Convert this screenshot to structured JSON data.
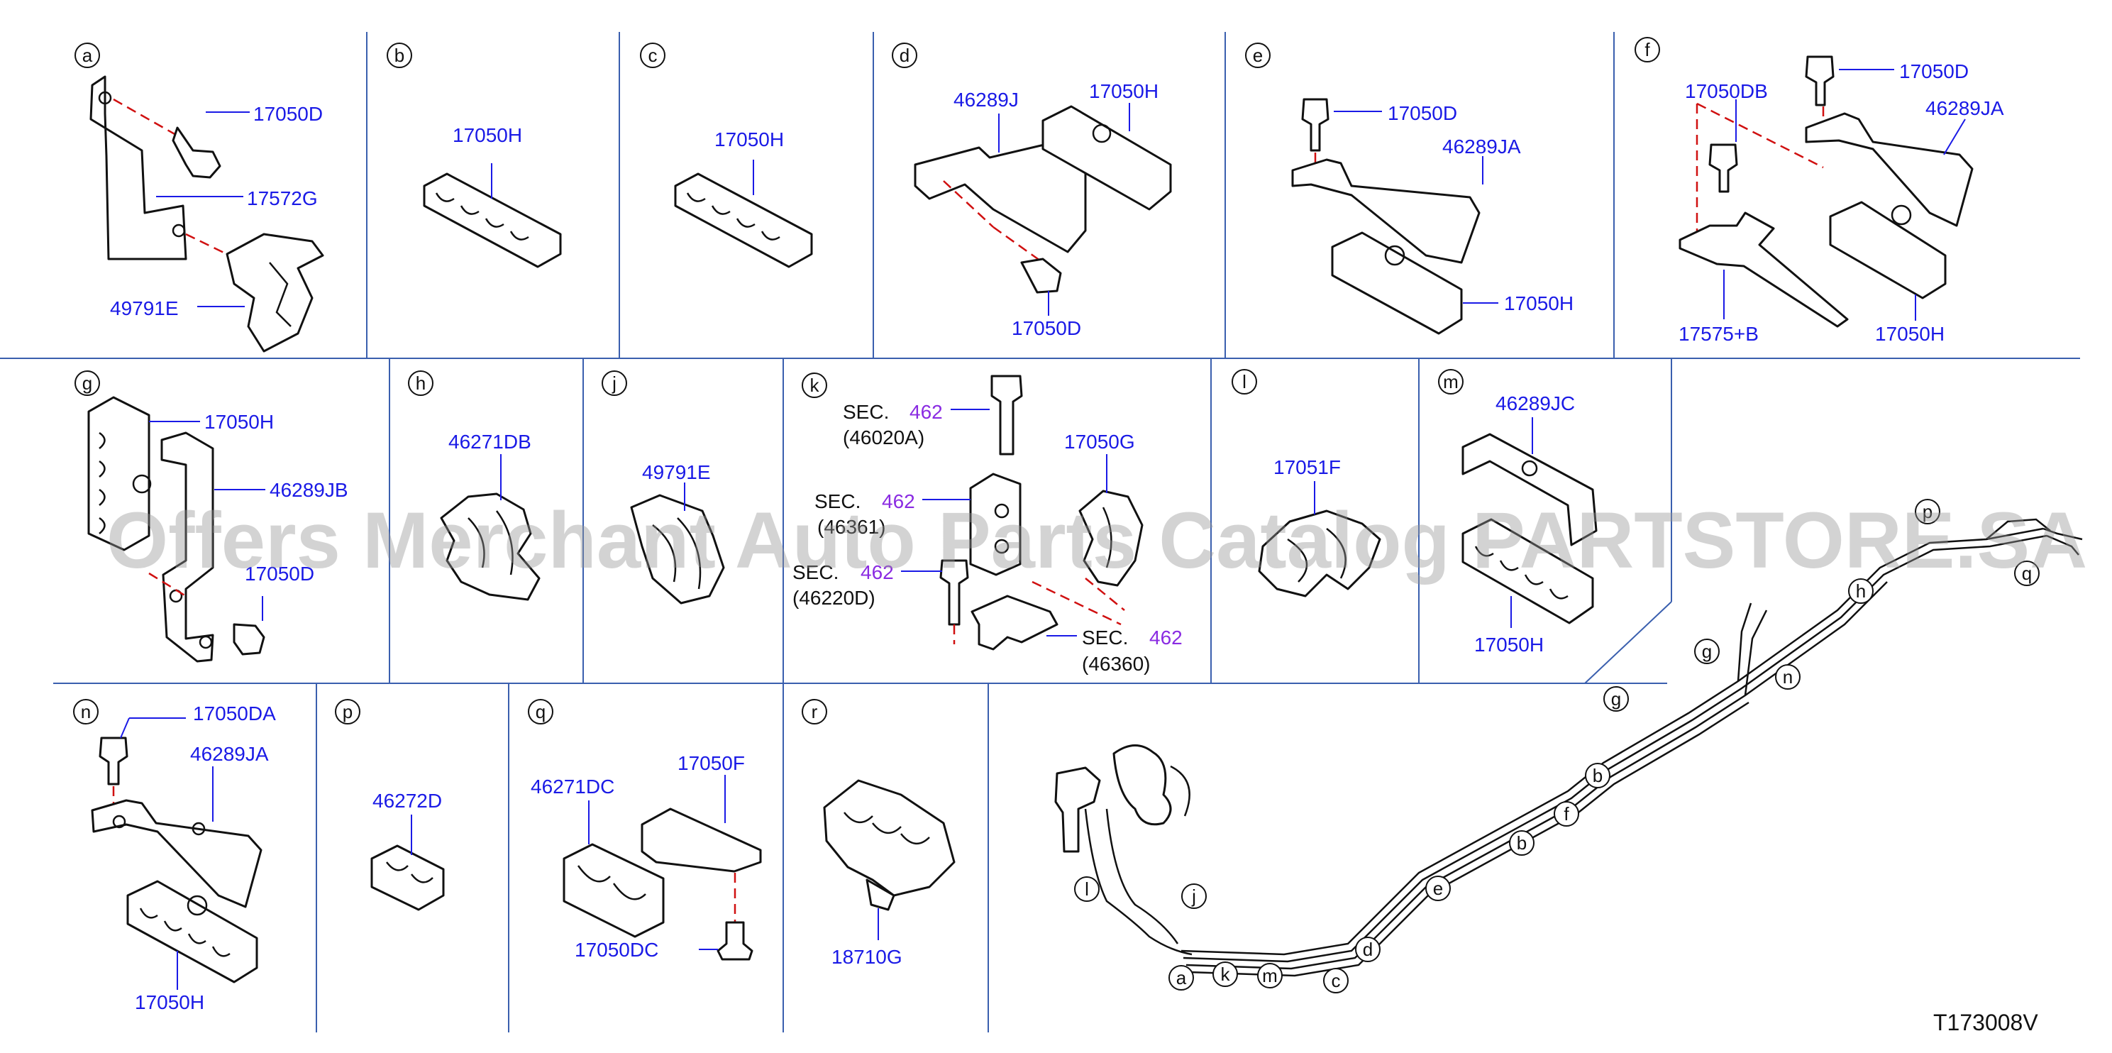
{
  "diagram_code": "T173008V",
  "watermark": "Offers Merchant Auto Parts Catalog PARTSTORE.SA",
  "colors": {
    "part_number": "#1a1ae6",
    "section_number": "#8a2be2",
    "grid_lines": "#3a5fae",
    "dash_lines": "#d01010"
  },
  "panels": {
    "a": {
      "letter": "a",
      "parts": [
        "17050D",
        "17572G",
        "49791E"
      ]
    },
    "b": {
      "letter": "b",
      "parts": [
        "17050H"
      ]
    },
    "c": {
      "letter": "c",
      "parts": [
        "17050H"
      ]
    },
    "d": {
      "letter": "d",
      "parts": [
        "46289J",
        "17050H",
        "17050D"
      ]
    },
    "e": {
      "letter": "e",
      "parts": [
        "17050D",
        "46289JA",
        "17050H"
      ]
    },
    "f": {
      "letter": "f",
      "parts": [
        "17050D",
        "17050DB",
        "46289JA",
        "17575+B",
        "17050H"
      ]
    },
    "g": {
      "letter": "g",
      "parts": [
        "17050H",
        "46289JB",
        "17050D"
      ]
    },
    "h": {
      "letter": "h",
      "parts": [
        "46271DB"
      ]
    },
    "j": {
      "letter": "j",
      "parts": [
        "49791E"
      ]
    },
    "k": {
      "letter": "k",
      "parts": [
        "17050G"
      ],
      "sec_label": "SEC.",
      "sec_number": "462",
      "refs": [
        "(46020A)",
        "(46361)",
        "(46220D)",
        "(46360)"
      ]
    },
    "l": {
      "letter": "l",
      "parts": [
        "17051F"
      ]
    },
    "m": {
      "letter": "m",
      "parts": [
        "46289JC",
        "17050H"
      ]
    },
    "n": {
      "letter": "n",
      "parts": [
        "17050DA",
        "46289JA",
        "17050H"
      ]
    },
    "p": {
      "letter": "p",
      "parts": [
        "46272D"
      ]
    },
    "q": {
      "letter": "q",
      "parts": [
        "46271DC",
        "17050F",
        "17050DC"
      ]
    },
    "r": {
      "letter": "r",
      "parts": [
        "18710G"
      ]
    }
  },
  "overview_callouts": [
    "p",
    "q",
    "h",
    "n",
    "g",
    "g",
    "b",
    "f",
    "b",
    "e",
    "d",
    "c",
    "m",
    "k",
    "a",
    "j",
    "l"
  ]
}
